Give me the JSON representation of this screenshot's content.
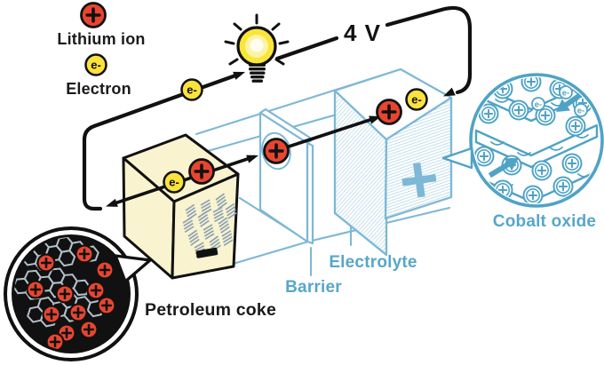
{
  "legend": {
    "lithium_label": "Lithium ion",
    "lithium_symbol": "+",
    "electron_label": "Electron",
    "electron_symbol": "e-"
  },
  "circuit": {
    "voltage_label": "4 V"
  },
  "cell": {
    "anode_label": "Petroleum coke",
    "anode_terminal_symbol": "−",
    "cathode_terminal_symbol": "+",
    "barrier_label": "Barrier",
    "electrolyte_label": "Electrolyte",
    "cathode_label": "Cobalt oxide"
  },
  "colors": {
    "ion_red": "#e8452f",
    "electron_yellow": "#fbe23d",
    "line_blue": "#7db8d6",
    "label_blue": "#58a6c9",
    "inset_blue": "#4fa3c6",
    "anode_cream": "#f9f4cf",
    "hatch_gray": "#8ea1b6",
    "graphite_gray": "#b3c0c9",
    "ink": "#111111",
    "bulb_yellow": "#f9e636"
  }
}
